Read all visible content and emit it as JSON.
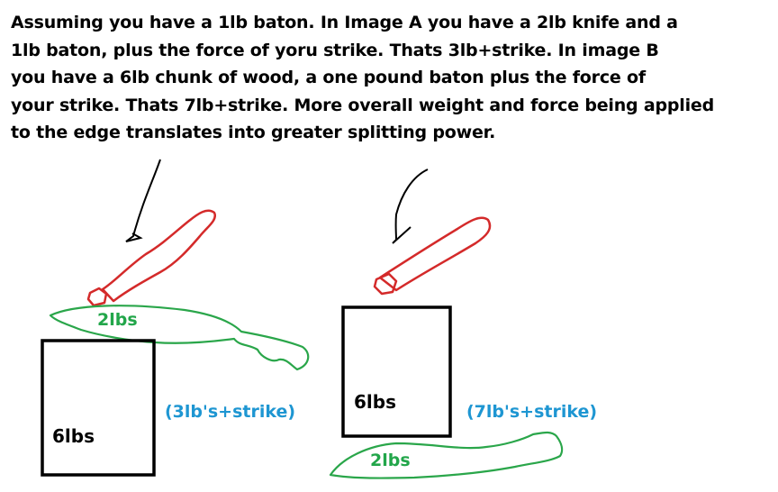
{
  "description_lines": [
    "Assuming you have a 1lb baton. In Image A you have a 2lb knife and a",
    "1lb baton, plus the force of yoru strike. Thats 3lb+strike. In image B",
    "you have a 6lb chunk of wood, a one pound baton plus the force of",
    "your strike. Thats 7lb+strike. More overall weight and force being applied",
    "to the edge translates into greater splitting power."
  ],
  "image_a": {
    "knife_label": "2lbs",
    "wood_label": "6lbs",
    "total_label": "(3lb's+strike)"
  },
  "image_b": {
    "wood_label": "6lbs",
    "knife_label": "2lbs",
    "total_label": "(7lb's+strike)"
  },
  "colors": {
    "baton": "#d42a2a",
    "knife": "#2aa64a",
    "wood": "#000000",
    "arrow": "#000000",
    "total_text": "#1e96d2",
    "knife_text": "#22a64a"
  }
}
